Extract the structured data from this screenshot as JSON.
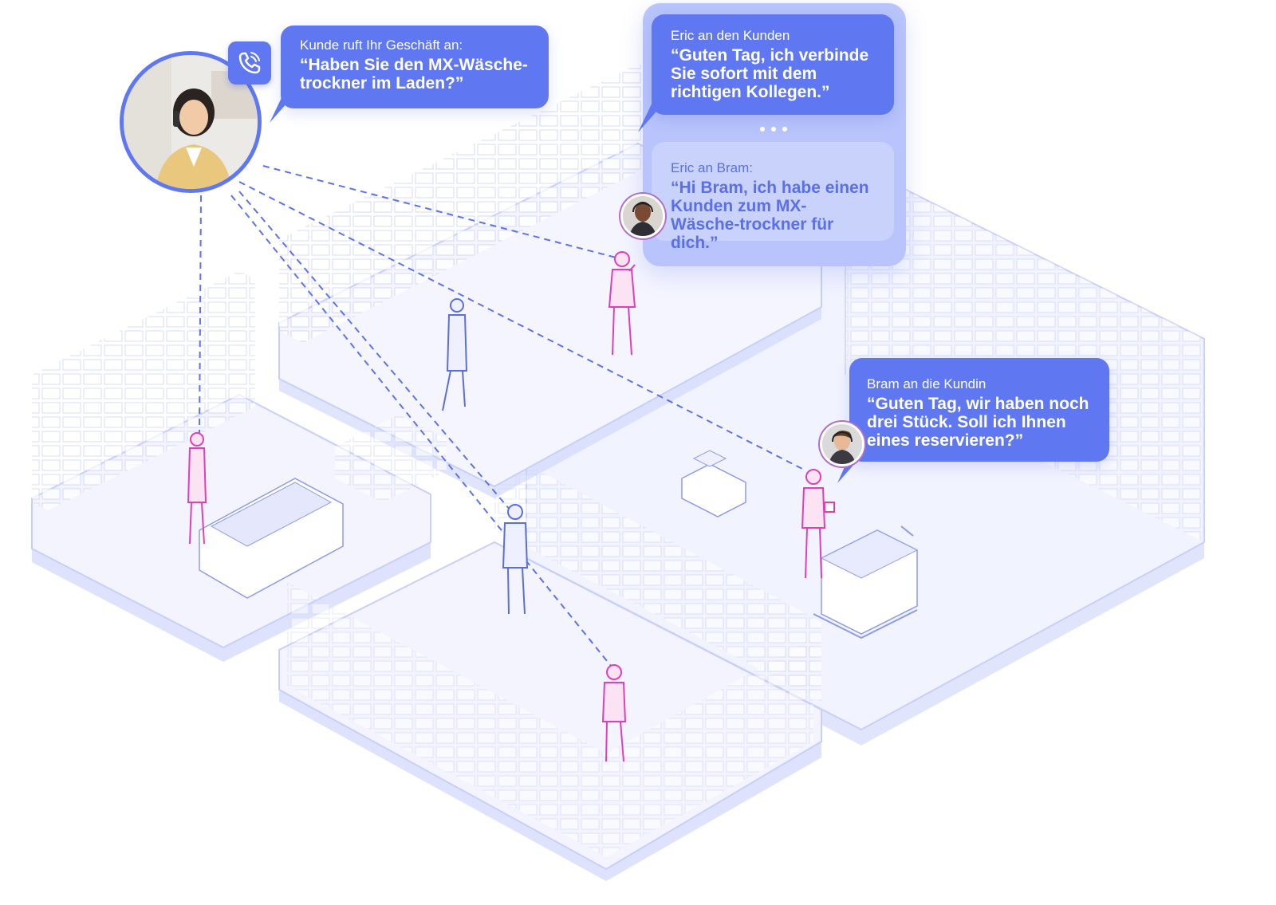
{
  "bubbles": {
    "customer": {
      "who": "Kunde ruft Ihr Geschäft an:",
      "quote": "“Haben Sie den MX-Wäsche-trockner im Laden?”"
    },
    "eric_to_customer": {
      "who": "Eric an den Kunden",
      "quote": "“Guten Tag, ich verbinde Sie sofort mit dem richtigen Kollegen.”"
    },
    "eric_to_bram": {
      "who": "Eric an Bram:",
      "quote": "“Hi Bram, ich habe einen Kunden zum MX-Wäsche-trockner für dich.”"
    },
    "bram_to_customer": {
      "who": "Bram an die Kundin",
      "quote": "“Guten Tag, wir haben noch drei Stück. Soll ich Ihnen eines reservieren?”"
    }
  },
  "icons": {
    "phone": "phone-icon",
    "customer_photo": "customer-avatar",
    "eric_photo": "eric-avatar",
    "bram_photo": "bram-avatar",
    "typing": "typing-dots-icon"
  },
  "colors": {
    "bubble": "#5f78f2",
    "bubble_light": "#c9d2fb",
    "panel": "#b8c4fb",
    "platform": "#eef0ff",
    "platform_edge": "#c8cffa",
    "line": "#5d73e8",
    "staff": "#e23fb7",
    "shopper": "#5b6fd8",
    "shelf": "#dfe3fb"
  }
}
